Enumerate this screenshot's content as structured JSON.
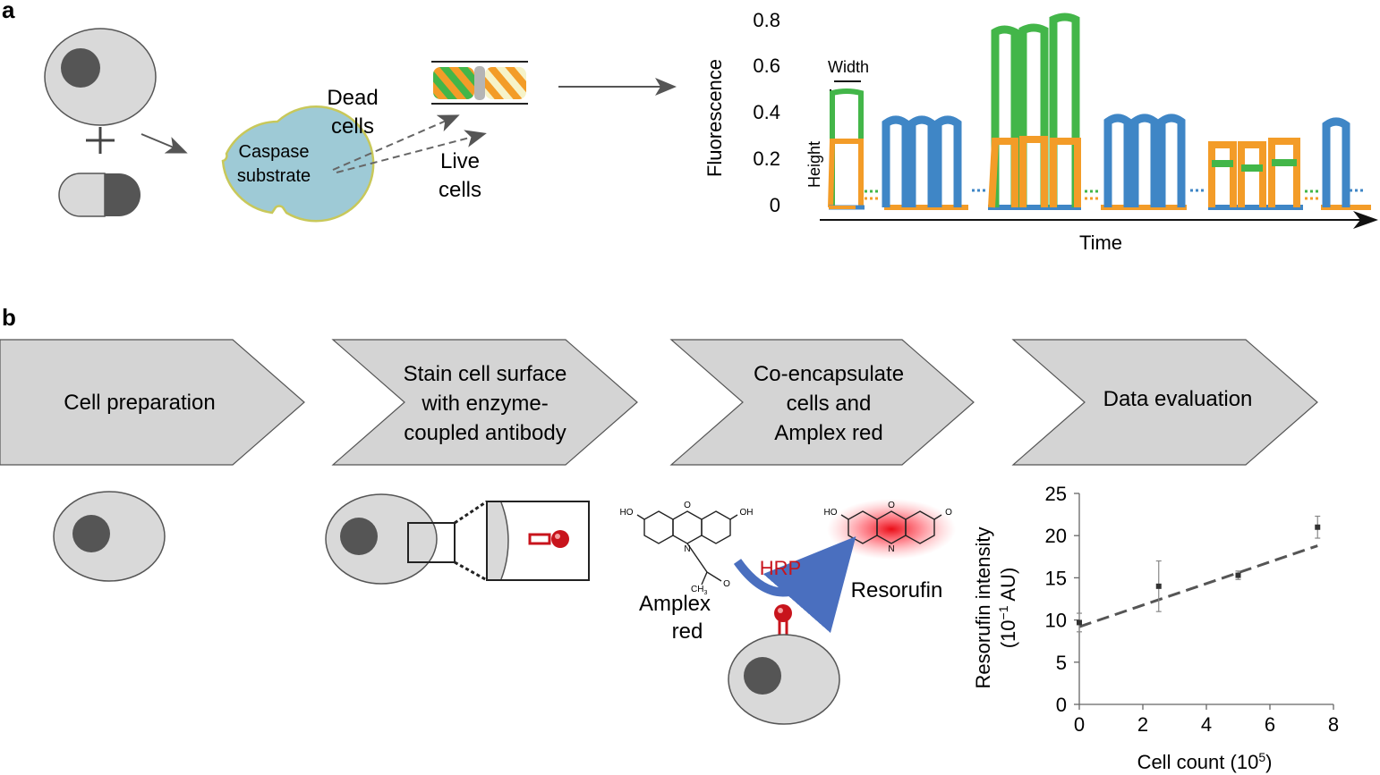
{
  "panel_a": {
    "label": "a",
    "caspase_text": [
      "Caspase",
      "substrate"
    ],
    "dead_cells": [
      "Dead",
      "cells"
    ],
    "live_cells": [
      "Live",
      "cells"
    ],
    "trace": {
      "ylabel": "Fluorescence",
      "xlabel": "Time",
      "yticks": [
        "0",
        "0.2",
        "0.4",
        "0.6",
        "0.8"
      ],
      "width_label": "Width",
      "height_label": "Height"
    }
  },
  "panel_b": {
    "label": "b",
    "steps": [
      [
        "Cell preparation"
      ],
      [
        "Stain cell surface",
        "with enzyme-",
        "coupled antibody"
      ],
      [
        "Co-encapsulate",
        "cells and",
        "Amplex red"
      ],
      [
        "Data evaluation"
      ]
    ],
    "chem": {
      "amplex_label": [
        "Amplex",
        "red"
      ],
      "resorufin_label": "Resorufin",
      "enzyme_label": "HRP",
      "ho": "HO",
      "oh": "OH",
      "o": "O",
      "n": "N",
      "ch3": "CH",
      "ch3_sub": "3"
    }
  },
  "colors": {
    "green": "#43b649",
    "blue": "#3f86c6",
    "orange": "#f39c28",
    "cell_fill": "#d9d9d9",
    "nucleus": "#555555",
    "arrow_fill": "#d4d4d4",
    "caspase_fill": "#9ecad6",
    "red": "#c8141c",
    "hrp_arrow": "#4a6fbf"
  },
  "chart_data": {
    "type": "scatter",
    "title": "",
    "xlabel": "Cell count (10",
    "xlabel_sup": "5",
    "xlabel_end": ")",
    "ylabel_line1": "Resorufin intensity",
    "ylabel_line2": "(10",
    "ylabel_sup": "−1",
    "ylabel_end": " AU)",
    "xlim": [
      0,
      8
    ],
    "ylim": [
      0,
      25
    ],
    "xticks": [
      0,
      2,
      4,
      6,
      8
    ],
    "yticks": [
      0,
      5,
      10,
      15,
      20,
      25
    ],
    "points": [
      {
        "x": 0.0,
        "y": 9.7,
        "err": 1.1
      },
      {
        "x": 2.5,
        "y": 14.0,
        "err": 3.0
      },
      {
        "x": 5.0,
        "y": 15.3,
        "err": 0.5
      },
      {
        "x": 7.5,
        "y": 21.0,
        "err": 1.3
      }
    ],
    "fit": {
      "x": [
        0.0,
        7.5
      ],
      "y": [
        9.2,
        18.8
      ],
      "style": "dashed"
    }
  }
}
